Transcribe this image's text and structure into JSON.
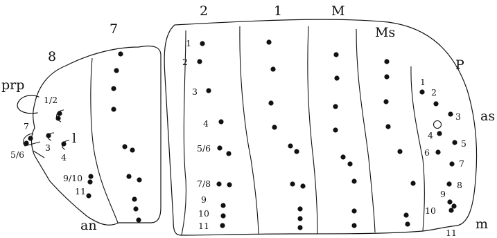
{
  "segment_labels": {
    "s8": "8",
    "s7": "7",
    "s2": "2",
    "s1": "1",
    "sM": "M",
    "sMs": "Ms",
    "sP": "P"
  },
  "region_labels": {
    "prp": "prp",
    "an": "an",
    "as": "as",
    "m": "m",
    "l": "l"
  },
  "seta_labels": {
    "left": [
      "1/2",
      "7",
      "3",
      "5/6",
      "4",
      "9/10",
      "11"
    ],
    "seg2": [
      "1",
      "2",
      "3",
      "4",
      "5/6",
      "7/8",
      "9",
      "10",
      "11"
    ],
    "prothorax": [
      "1",
      "2",
      "3",
      "4",
      "5",
      "6",
      "7",
      "8",
      "9",
      "10",
      "11"
    ]
  }
}
